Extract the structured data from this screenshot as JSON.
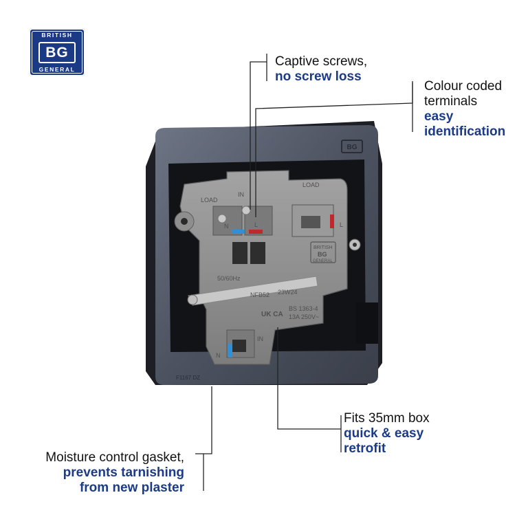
{
  "logo": {
    "top": "BRITISH",
    "mark": "BG",
    "bottom": "GENERAL"
  },
  "callouts": {
    "screws": {
      "line1": "Captive screws,",
      "emphasis": "no screw loss"
    },
    "terminals": {
      "line1": "Colour coded",
      "line2": "terminals",
      "emphasis1": "easy",
      "emphasis2": "identification"
    },
    "box": {
      "line1": "Fits 35mm box",
      "emphasis1": "quick & easy",
      "emphasis2": "retrofit"
    },
    "gasket": {
      "line1": "Moisture control gasket,",
      "emphasis1": "prevents tarnishing",
      "emphasis2": "from new plaster"
    }
  },
  "product_labels": {
    "load_left": "LOAD",
    "in_top": "IN",
    "load_right": "LOAD",
    "n_top": "N",
    "l_top": "L",
    "l_right": "L",
    "freq": "50/60Hz",
    "model": "NFB52",
    "code": "23W24",
    "ukca": "UK CA",
    "standard": "BS 1363-4",
    "rating": "13A 250V~",
    "n_bottom": "N",
    "in_bottom": "IN",
    "plate_code": "F1167 DZ",
    "brand_small_top": "BRITISH",
    "brand_small_mark": "BG",
    "brand_small_bottom": "GENERAL"
  },
  "colors": {
    "brand_blue": "#1b3a87",
    "neutral_marker": "#2f8fd8",
    "live_marker": "#c0282e",
    "housing_grey": "#8e8e8e"
  }
}
